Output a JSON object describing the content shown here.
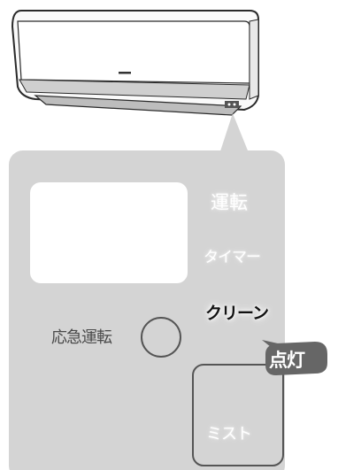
{
  "panel": {
    "indicator_operation": "運転",
    "indicator_timer": "タイマー",
    "indicator_clean": "クリーン",
    "indicator_mist": "ミスト",
    "emergency_label": "応急運転",
    "lit_badge": "点灯"
  },
  "colors": {
    "panel_gray": "#d4d4d4",
    "badge_gray": "#666666",
    "outline_dark": "#555555"
  }
}
